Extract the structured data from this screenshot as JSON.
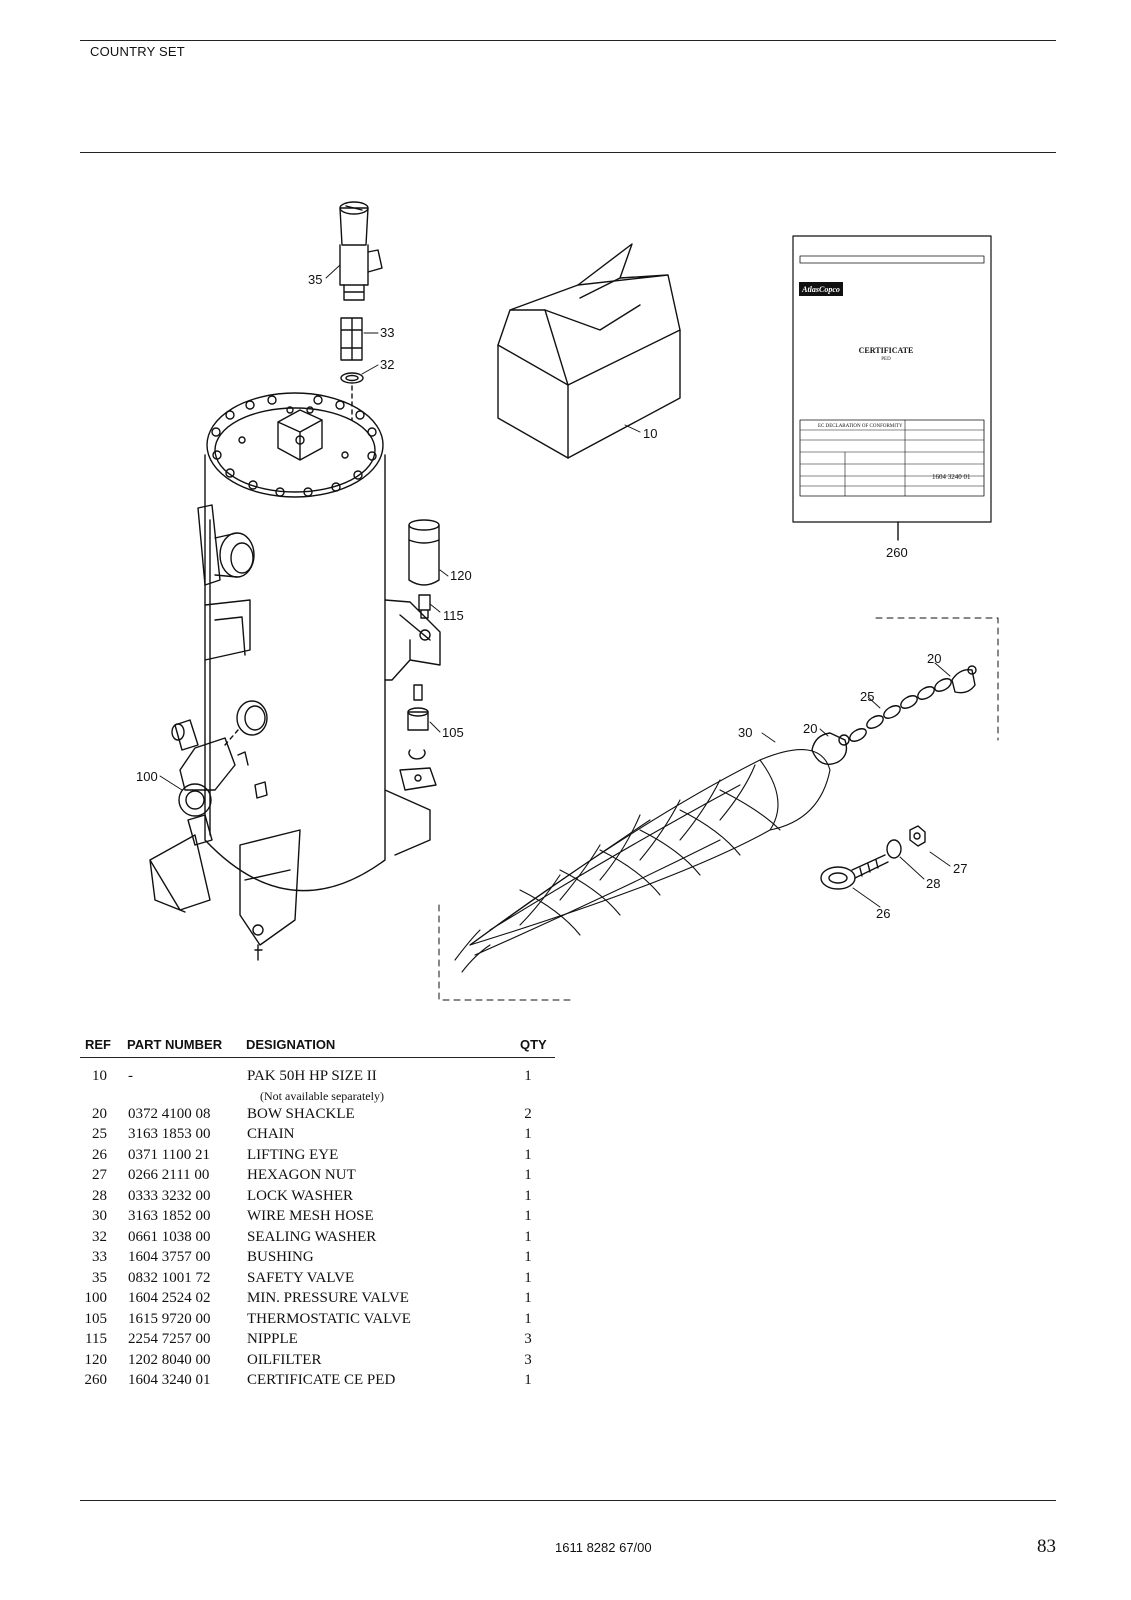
{
  "header": {
    "title": "COUNTRY SET"
  },
  "illustration": {
    "callouts": [
      "35",
      "33",
      "32",
      "10",
      "260",
      "120",
      "115",
      "105",
      "100",
      "30",
      "20",
      "25",
      "20",
      "27",
      "28",
      "26"
    ],
    "certificate": {
      "logo": "AtlasCopco",
      "title": "CERTIFICATE",
      "subtitle": "PED",
      "declaration": "EC DECLARATION OF CONFORMITY",
      "part_number": "1604 3240 01"
    }
  },
  "parts_table": {
    "headers": {
      "ref": "REF",
      "part_number": "PART NUMBER",
      "designation": "DESIGNATION",
      "qty": "QTY"
    },
    "rows": [
      {
        "ref": "10",
        "part_number": "-",
        "designation": "PAK 50H HP SIZE II",
        "qty": "1"
      },
      {
        "note": "(Not available separately)"
      },
      {
        "ref": "20",
        "part_number": "0372 4100 08",
        "designation": "BOW SHACKLE",
        "qty": "2"
      },
      {
        "ref": "25",
        "part_number": "3163 1853 00",
        "designation": "CHAIN",
        "qty": "1"
      },
      {
        "ref": "26",
        "part_number": "0371 1100 21",
        "designation": "LIFTING EYE",
        "qty": "1"
      },
      {
        "ref": "27",
        "part_number": "0266 2111 00",
        "designation": "HEXAGON NUT",
        "qty": "1"
      },
      {
        "ref": "28",
        "part_number": "0333 3232 00",
        "designation": "LOCK WASHER",
        "qty": "1"
      },
      {
        "ref": "30",
        "part_number": "3163 1852 00",
        "designation": "WIRE MESH HOSE",
        "qty": "1"
      },
      {
        "ref": "32",
        "part_number": "0661 1038 00",
        "designation": "SEALING WASHER",
        "qty": "1"
      },
      {
        "ref": "33",
        "part_number": "1604 3757 00",
        "designation": "BUSHING",
        "qty": "1"
      },
      {
        "ref": "35",
        "part_number": "0832 1001 72",
        "designation": "SAFETY VALVE",
        "qty": "1"
      },
      {
        "ref": "100",
        "part_number": "1604 2524 02",
        "designation": "MIN. PRESSURE VALVE",
        "qty": "1"
      },
      {
        "ref": "105",
        "part_number": "1615 9720 00",
        "designation": "THERMOSTATIC VALVE",
        "qty": "1"
      },
      {
        "ref": "115",
        "part_number": "2254 7257 00",
        "designation": "NIPPLE",
        "qty": "3"
      },
      {
        "ref": "120",
        "part_number": "1202 8040 00",
        "designation": "OILFILTER",
        "qty": "3"
      },
      {
        "ref": "260",
        "part_number": "1604 3240 01",
        "designation": "CERTIFICATE CE PED",
        "qty": "1"
      }
    ]
  },
  "footer": {
    "doc_number": "1611 8282 67/00",
    "page_number": "83"
  }
}
